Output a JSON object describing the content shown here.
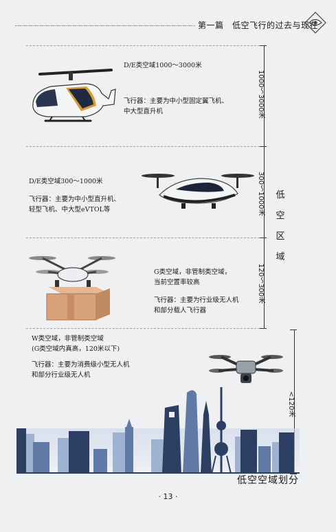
{
  "header": {
    "chapter": "第一篇　低空飞行的过去与现在"
  },
  "layers": [
    {
      "range": "D/E类空域1000～3000米",
      "aircraft": "飞行器：主要为中小型固定翼飞机、",
      "aircraft_line2": "中大型直升机",
      "altitude": "1000～3000米"
    },
    {
      "range": "D/E类空域300～1000米",
      "aircraft": "飞行器：主要为中小型直升机、",
      "aircraft_line2": "轻型飞机、中大型eVTOL等",
      "altitude": "300～1000米"
    },
    {
      "range": "G类空域，非管制类空域，",
      "range_line2": "当前空置率较高",
      "aircraft": "飞行器：主要为行业级无人机",
      "aircraft_line2": "和部分载人飞行器",
      "altitude": "120～300米"
    },
    {
      "range": "W类空域，非管制类空域",
      "range_line2": "(G类空域内真高，120米以下)",
      "aircraft": "飞行器：主要为消费级小型无人机",
      "aircraft_line2": "和部分行业级无人机",
      "altitude": "<120米"
    }
  ],
  "region_label": [
    "低",
    "空",
    "区",
    "域"
  ],
  "caption": "低空空域划分",
  "page_number": "· 13 ·",
  "colors": {
    "skyline_dark": "#2c3f63",
    "skyline_mid": "#5f7aa6",
    "skyline_light": "#9fb3d1",
    "box": "#d8a37a"
  }
}
